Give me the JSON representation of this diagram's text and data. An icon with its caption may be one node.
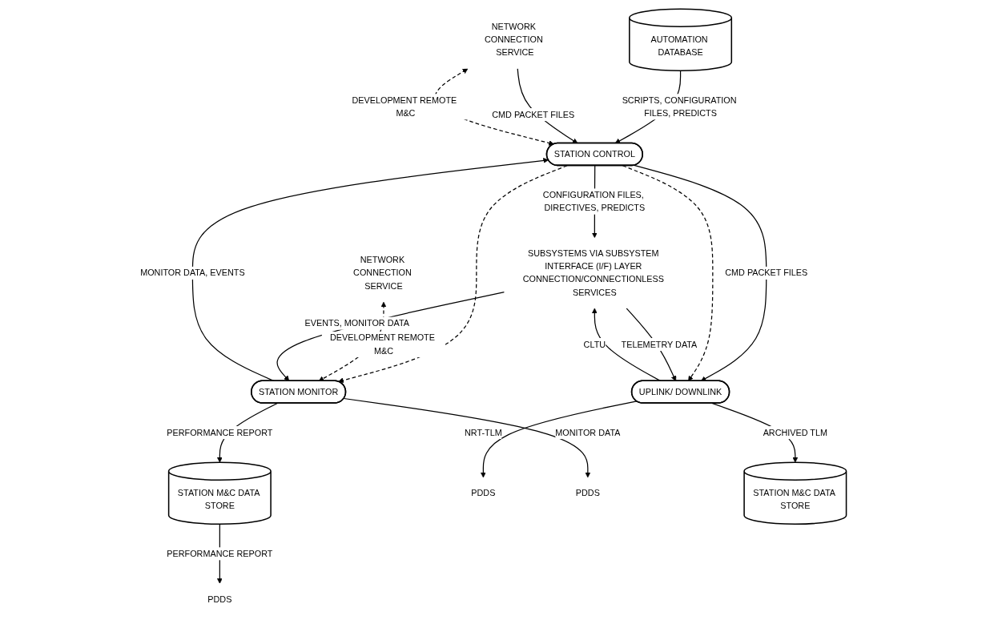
{
  "diagram": {
    "nodes": [
      {
        "text": [
          "AUTOMATION DATABASE"
        ]
      },
      {
        "text": [
          "NETWORK CONNECTION SERVICE"
        ]
      },
      {
        "text": [
          "PDDS"
        ]
      },
      {
        "text": [
          "STATION M&C DATA STORE"
        ]
      },
      {
        "text": [
          "STATION CONTROL"
        ]
      },
      {
        "text": [
          "PDDS"
        ]
      },
      {
        "text": [
          "PDDS"
        ]
      },
      {
        "text": [
          "STATION MONITOR"
        ]
      },
      {
        "text": [
          "UPLINK/ DOWNLINK"
        ]
      },
      {
        "text": [
          "STATION M&C DATA STORE"
        ]
      },
      {
        "text": [
          "NETWORK CONNECTION SERVICE"
        ]
      },
      {
        "text": [
          "SUBSYSTEMS VIA SUBSYSTEM INTERFACE (I/F) LAYER CONNECTION/CONNECTIONLESS SERVICES"
        ]
      }
    ],
    "edges": [
      {
        "from": 0,
        "to": 4,
        "arrow": "to",
        "label": "SCRIPTS, CONFIGURATION FILES, PREDICTS"
      },
      {
        "from": 1,
        "to": 4,
        "arrow": "to",
        "label": "CMD PACKET FILES"
      },
      {
        "from": 4,
        "to": 1,
        "arrow": "both",
        "style": "dashed",
        "label": "DEVELOPMENT REMOTE M&C"
      },
      {
        "from": 3,
        "to": 2,
        "arrow": "to",
        "label": "PERFORMANCE REPORT"
      },
      {
        "from": 7,
        "to": 3,
        "arrow": "to",
        "label": "PERFORMANCE REPORT"
      },
      {
        "from": 7,
        "to": 4,
        "arrow": "to",
        "label": "MONITOR DATA, EVENTS"
      },
      {
        "from": 4,
        "to": 7,
        "arrow": "to",
        "style": "dashed"
      },
      {
        "from": 4,
        "to": 11,
        "arrow": "to",
        "label": "CONFIGURATION FILES, DIRECTIVES, PREDICTS"
      },
      {
        "from": 4,
        "to": 8,
        "arrow": "to",
        "label": "CMD PACKET FILES"
      },
      {
        "from": 4,
        "to": 8,
        "arrow": "to",
        "style": "dashed"
      },
      {
        "from": 8,
        "to": 5,
        "arrow": "to",
        "label": "NRT-TLM"
      },
      {
        "from": 8,
        "to": 9,
        "arrow": "to",
        "label": "ARCHIVED TLM"
      },
      {
        "from": 7,
        "to": 6,
        "arrow": "to",
        "label": "MONITOR DATA"
      },
      {
        "from": 7,
        "to": 10,
        "arrow": "both",
        "style": "dashed",
        "label": "DEVELOPMENT REMOTE M&C"
      },
      {
        "from": 11,
        "to": 7,
        "arrow": "to",
        "label": "EVENTS, MONITOR DATA"
      },
      {
        "from": 8,
        "to": 11,
        "arrow": "to",
        "label": "CLTU"
      },
      {
        "from": 11,
        "to": 8,
        "arrow": "to",
        "label": "TELEMETRY DATA"
      }
    ]
  }
}
